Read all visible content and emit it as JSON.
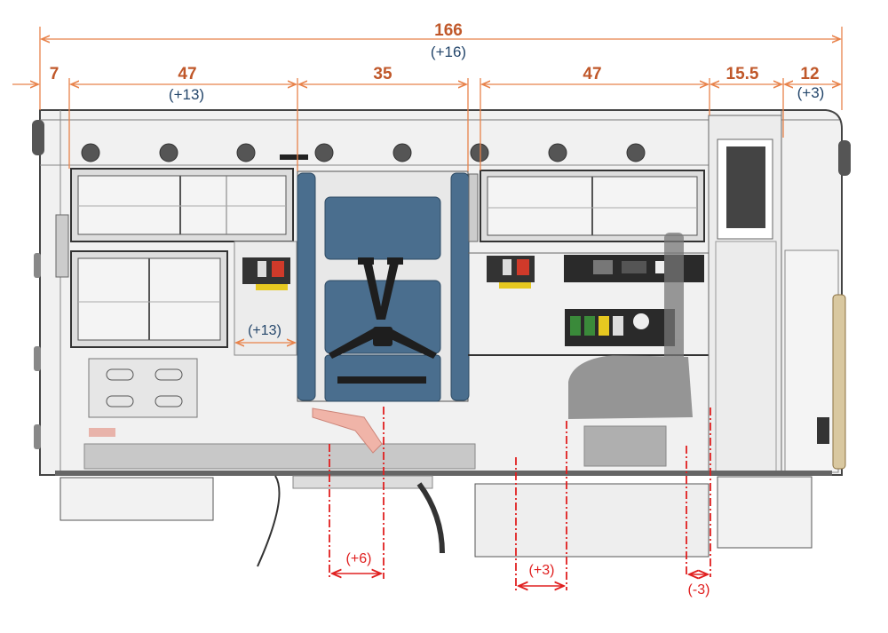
{
  "dimensions": {
    "overall": {
      "value": "166",
      "delta": "(+16)"
    },
    "segments": [
      {
        "value": "7"
      },
      {
        "value": "47",
        "delta": "(+13)"
      },
      {
        "value": "35"
      },
      {
        "value": "47"
      },
      {
        "value": "15.5"
      },
      {
        "value": "12",
        "delta": "(+3)"
      }
    ],
    "inner_delta": "(+13)"
  },
  "shift_annotations": [
    {
      "label": "(+6)"
    },
    {
      "label": "(+3)"
    },
    {
      "label": "(-3)"
    }
  ],
  "colors": {
    "dimension_line": "#e8824a",
    "dimension_text": "#c0582a",
    "delta_text": "#24466b",
    "shift_line": "#e02020",
    "seat_blue": "#4a6e8e"
  }
}
